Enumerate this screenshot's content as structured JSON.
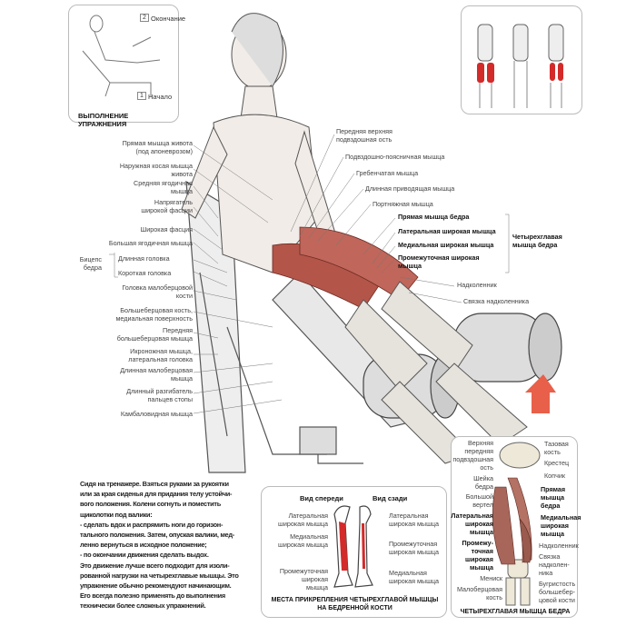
{
  "inset_exercise": {
    "end_num": "2",
    "end_label": "Окончание",
    "start_num": "1",
    "start_label": "Начало",
    "title": "ВЫПОЛНЕНИЕ УПРАЖНЕНИЯ"
  },
  "left_labels": [
    [
      "Прямая мышца живота",
      "(под апоневрозом)"
    ],
    [
      "Наружная косая мышца",
      "живота"
    ],
    [
      "Средняя ягодичная",
      "мышца"
    ],
    [
      "Напрягатель",
      "широкой фасции"
    ],
    [
      "Широкая фасция"
    ],
    [
      "Большая ягодичная мышца"
    ],
    [
      "Головка малоберцовой",
      "кости"
    ],
    [
      "Большеберцовая кость,",
      "медиальная поверхность"
    ],
    [
      "Передняя",
      "большеберцовая мышца"
    ],
    [
      "Икроножная мышца,",
      "латеральная головка"
    ],
    [
      "Длинная малоберцовая",
      "мышца"
    ],
    [
      "Длинный разгибатель",
      "пальцев стопы"
    ],
    [
      "Камбаловидная мышца"
    ]
  ],
  "biceps": {
    "group": [
      "Бицепс",
      "бедра"
    ],
    "long": "Длинная головка",
    "short": "Короткая головка"
  },
  "right_labels": [
    [
      "Передняя верхняя",
      "подвздошная ость"
    ],
    [
      "Подвздошно-поясничная мышца"
    ],
    [
      "Гребенчатая мышца"
    ],
    [
      "Длинная приводящая мышца"
    ],
    [
      "Портняжная мышца"
    ]
  ],
  "quad_labels": [
    [
      "Прямая мышца бедра"
    ],
    [
      "Латеральная широкая мышца"
    ],
    [
      "Медиальная широкая мышца"
    ],
    [
      "Промежуточная широкая",
      "мышца"
    ]
  ],
  "quad_group": [
    "Четырехглавая",
    "мышца бедра"
  ],
  "patella": "Надколенник",
  "patella_ligament": "Связка надколенника",
  "description": [
    "Сидя на тренажере. Взяться руками за рукоятки",
    "или за края сиденья для придания телу устойчи-",
    "вого положения. Колени согнуть и поместить",
    "щиколотки под валики:",
    "- сделать вдох и распрямить ноги до горизон-",
    "тального положения. Затем, опуская валики, мед-",
    "ленно вернуться в исходное положение;",
    "- по окончании движения сделать выдох.",
    "Это движение лучше всего подходит для изоли-",
    "рованной нагрузки на четырехглавые мышцы. Это",
    "упражнение обычно рекомендуют начинающим.",
    "Его всегда полезно применять до выполнения",
    "технически более сложных упражнений."
  ],
  "femur_panel": {
    "front_title": "Вид спереди",
    "back_title": "Вид сзади",
    "front_labels": [
      [
        "Латеральная",
        "широкая мышца"
      ],
      [
        "Медиальная",
        "широкая мышца"
      ],
      [
        "Промежуточная",
        "широкая",
        "мышца"
      ]
    ],
    "back_labels": [
      [
        "Латеральная",
        "широкая мышца"
      ],
      [
        "Промежуточная",
        "широкая мышца"
      ],
      [
        "Медиальная",
        "широкая мышца"
      ]
    ],
    "caption": [
      "МЕСТА ПРИКРЕПЛЕНИЯ ЧЕТЫРЕХГЛАВОЙ МЫШЦЫ",
      "НА БЕДРЕННОЙ КОСТИ"
    ]
  },
  "quad_panel": {
    "left": [
      [
        "Верхняя",
        "передняя",
        "подвздошная",
        "ость"
      ],
      [
        "Шейка",
        "бедра"
      ],
      [
        "Большой",
        "вертел"
      ]
    ],
    "left_bold": [
      [
        "Латеральная",
        "широкая",
        "мышца"
      ],
      [
        "Промежу-",
        "точная",
        "широкая",
        "мышца"
      ]
    ],
    "left_low": [
      [
        "Мениск"
      ],
      [
        "Малоберцовая",
        "кость"
      ]
    ],
    "right": [
      [
        "Тазовая",
        "кость"
      ],
      [
        "Крестец"
      ],
      [
        "Копчик"
      ]
    ],
    "right_bold": [
      [
        "Прямая",
        "мышца",
        "бедра"
      ],
      [
        "Медиальная",
        "широкая",
        "мышца"
      ]
    ],
    "right_low": [
      [
        "Надколенник"
      ],
      [
        "Связка",
        "надколен-",
        "ника"
      ],
      [
        "Бугристость",
        "большебер-",
        "цовой кости"
      ]
    ],
    "caption": "ЧЕТЫРЕХГЛАВАЯ МЫШЦА БЕДРА"
  },
  "colors": {
    "muscle": "#b4554a",
    "highlight": "#d32a2a",
    "arrow": "#e8604a"
  }
}
